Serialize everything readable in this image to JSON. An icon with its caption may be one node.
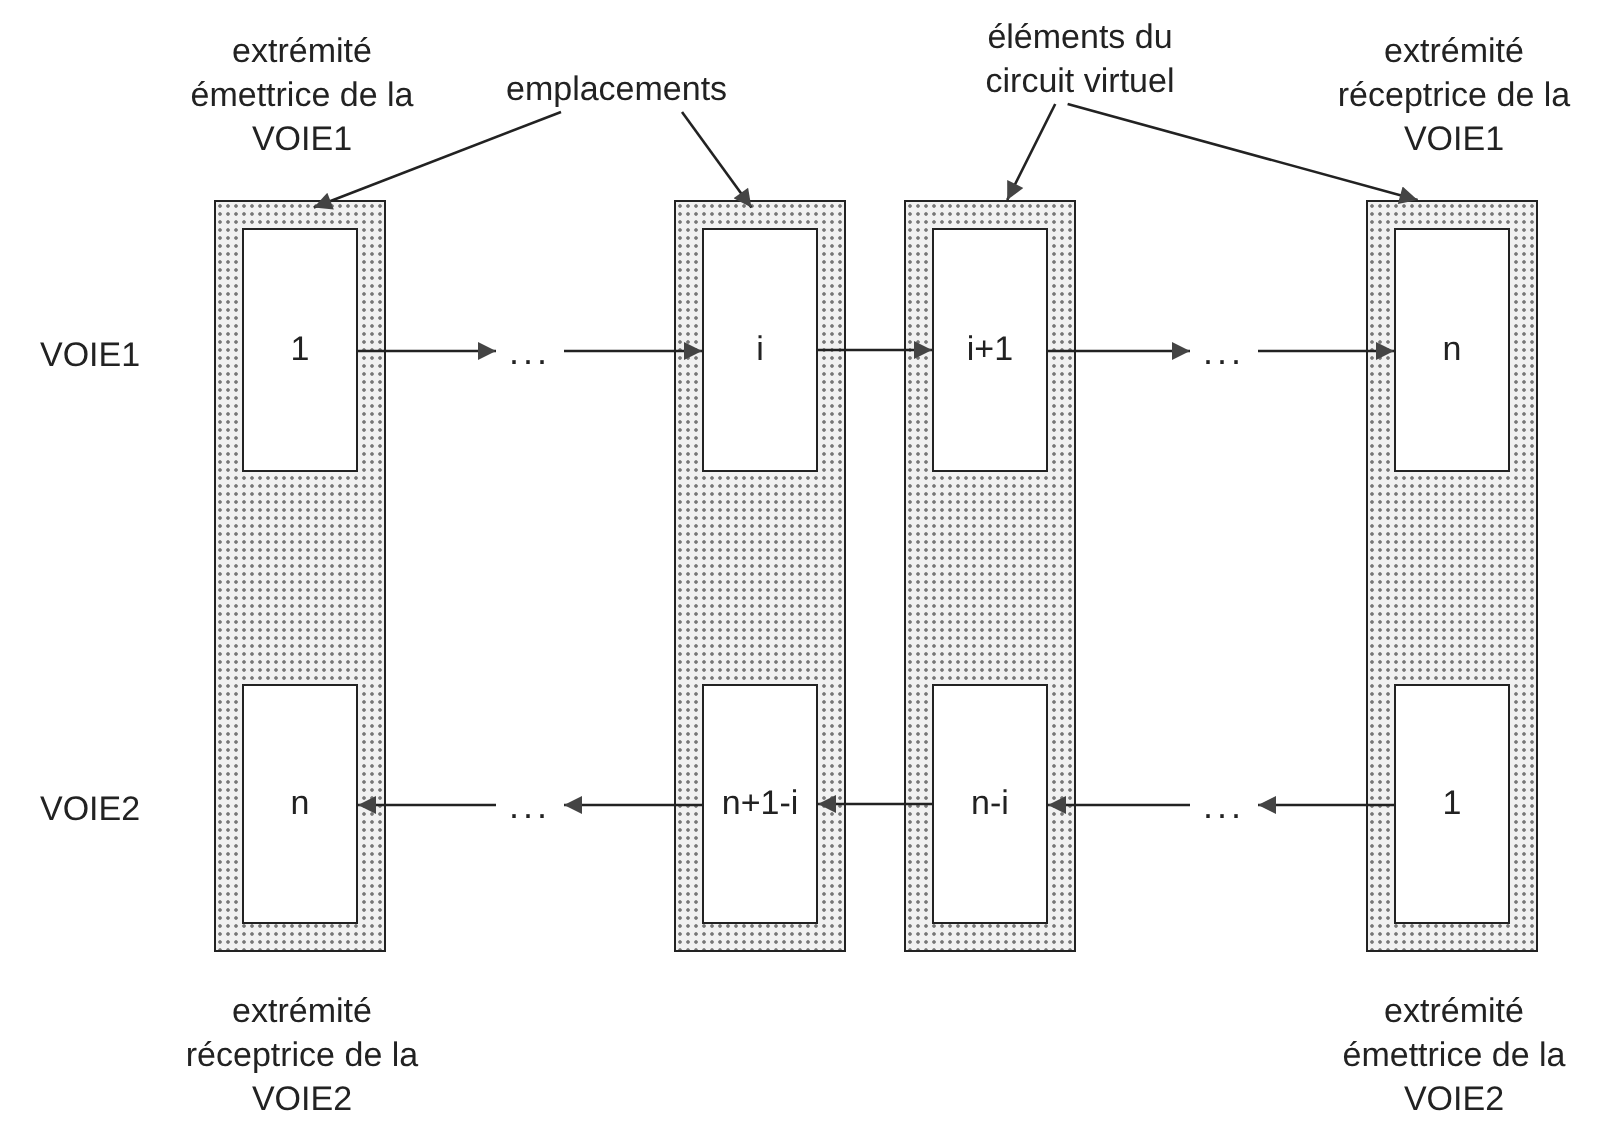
{
  "diagram": {
    "nodes": [
      {
        "text": [
          "extrémité émettrice de la VOIE1",
          "extrémité réceptrice de la VOIE2"
        ]
      },
      {
        "text": [
          "1"
        ],
        "in": 0
      },
      {
        "text": [
          "n"
        ],
        "in": 0
      },
      {
        "text": [],
        "shape": "bar"
      },
      {
        "text": [
          "i"
        ],
        "in": 3
      },
      {
        "text": [
          "n+1-i"
        ],
        "in": 3
      },
      {
        "text": [],
        "shape": "bar"
      },
      {
        "text": [
          "i+1"
        ],
        "in": 6
      },
      {
        "text": [
          "n-i"
        ],
        "in": 6
      },
      {
        "text": [
          "extrémité réceptrice de la VOIE1",
          "extrémité émettrice de la VOIE2"
        ]
      },
      {
        "text": [
          "n"
        ],
        "in": 9
      },
      {
        "text": [
          "1"
        ],
        "in": 9
      },
      {
        "text": [
          "..."
        ]
      },
      {
        "text": [
          "..."
        ]
      },
      {
        "text": [
          "..."
        ]
      },
      {
        "text": [
          "..."
        ]
      },
      {
        "text": [
          "emplacements"
        ]
      },
      {
        "text": [
          "éléments du circuit virtuel"
        ]
      }
    ],
    "edges": [
      {
        "from": 1,
        "to": 12,
        "arrow": "to"
      },
      {
        "from": 12,
        "to": 4,
        "arrow": "to"
      },
      {
        "from": 4,
        "to": 7,
        "arrow": "to"
      },
      {
        "from": 7,
        "to": 13,
        "arrow": "to"
      },
      {
        "from": 13,
        "to": 10,
        "arrow": "to"
      },
      {
        "from": 11,
        "to": 15,
        "arrow": "to"
      },
      {
        "from": 15,
        "to": 8,
        "arrow": "to"
      },
      {
        "from": 8,
        "to": 5,
        "arrow": "to"
      },
      {
        "from": 5,
        "to": 14,
        "arrow": "to"
      },
      {
        "from": 14,
        "to": 2,
        "arrow": "to"
      },
      {
        "from": 16,
        "to": 0,
        "arrow": "to"
      },
      {
        "from": 16,
        "to": 3,
        "arrow": "to"
      },
      {
        "from": 17,
        "to": 6,
        "arrow": "to"
      },
      {
        "from": 17,
        "to": 9,
        "arrow": "to"
      }
    ],
    "labels": [
      "VOIE1",
      "VOIE2"
    ]
  }
}
